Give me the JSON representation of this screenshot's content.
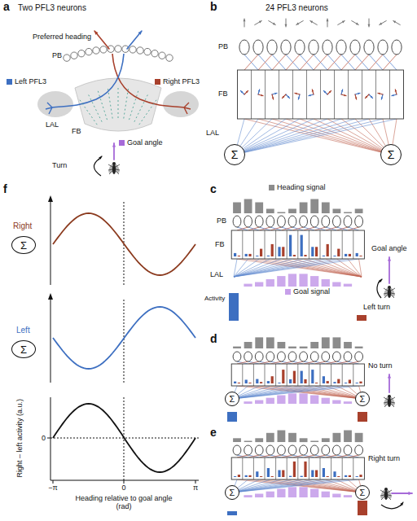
{
  "diagram": {
    "nodes": [
      {
        "text": [
          "Σ"
        ]
      },
      {
        "text": [
          "Σ"
        ]
      },
      {
        "text": [
          "Σ"
        ]
      },
      {
        "text": [
          "Σ"
        ]
      },
      {
        "text": [
          "Σ"
        ]
      },
      {
        "text": [
          "Σ"
        ]
      },
      {
        "text": [
          "Σ"
        ]
      },
      {
        "text": [
          "Σ"
        ]
      }
    ],
    "labels": [
      "a",
      "Two PFL3 neurons",
      "Preferred heading",
      "PB",
      "LAL",
      "FB",
      "Turn",
      "b",
      "24 PFL3 neurons",
      "PB",
      "FB",
      "LAL",
      "c",
      "PB",
      "FB",
      "LAL",
      "Goal angle",
      "Left turn",
      "Activity",
      "d",
      "No turn",
      "e",
      "Right turn",
      "f",
      "Right",
      "Left",
      "Right – left activity (a.u.)",
      "0",
      "−π",
      "0",
      "π",
      "Heading relative to goal angle (rad)"
    ],
    "legend": [
      {
        "text": "Left PFL3",
        "color": "#3d6fc1"
      },
      {
        "text": "Right PFL3",
        "color": "#a8402c"
      },
      {
        "text": "Goal angle",
        "color": "#a66ad8"
      },
      {
        "text": "Heading signal",
        "color": "#8c8c8c"
      },
      {
        "text": "Goal signal",
        "color": "#c7a0ea"
      }
    ]
  }
}
